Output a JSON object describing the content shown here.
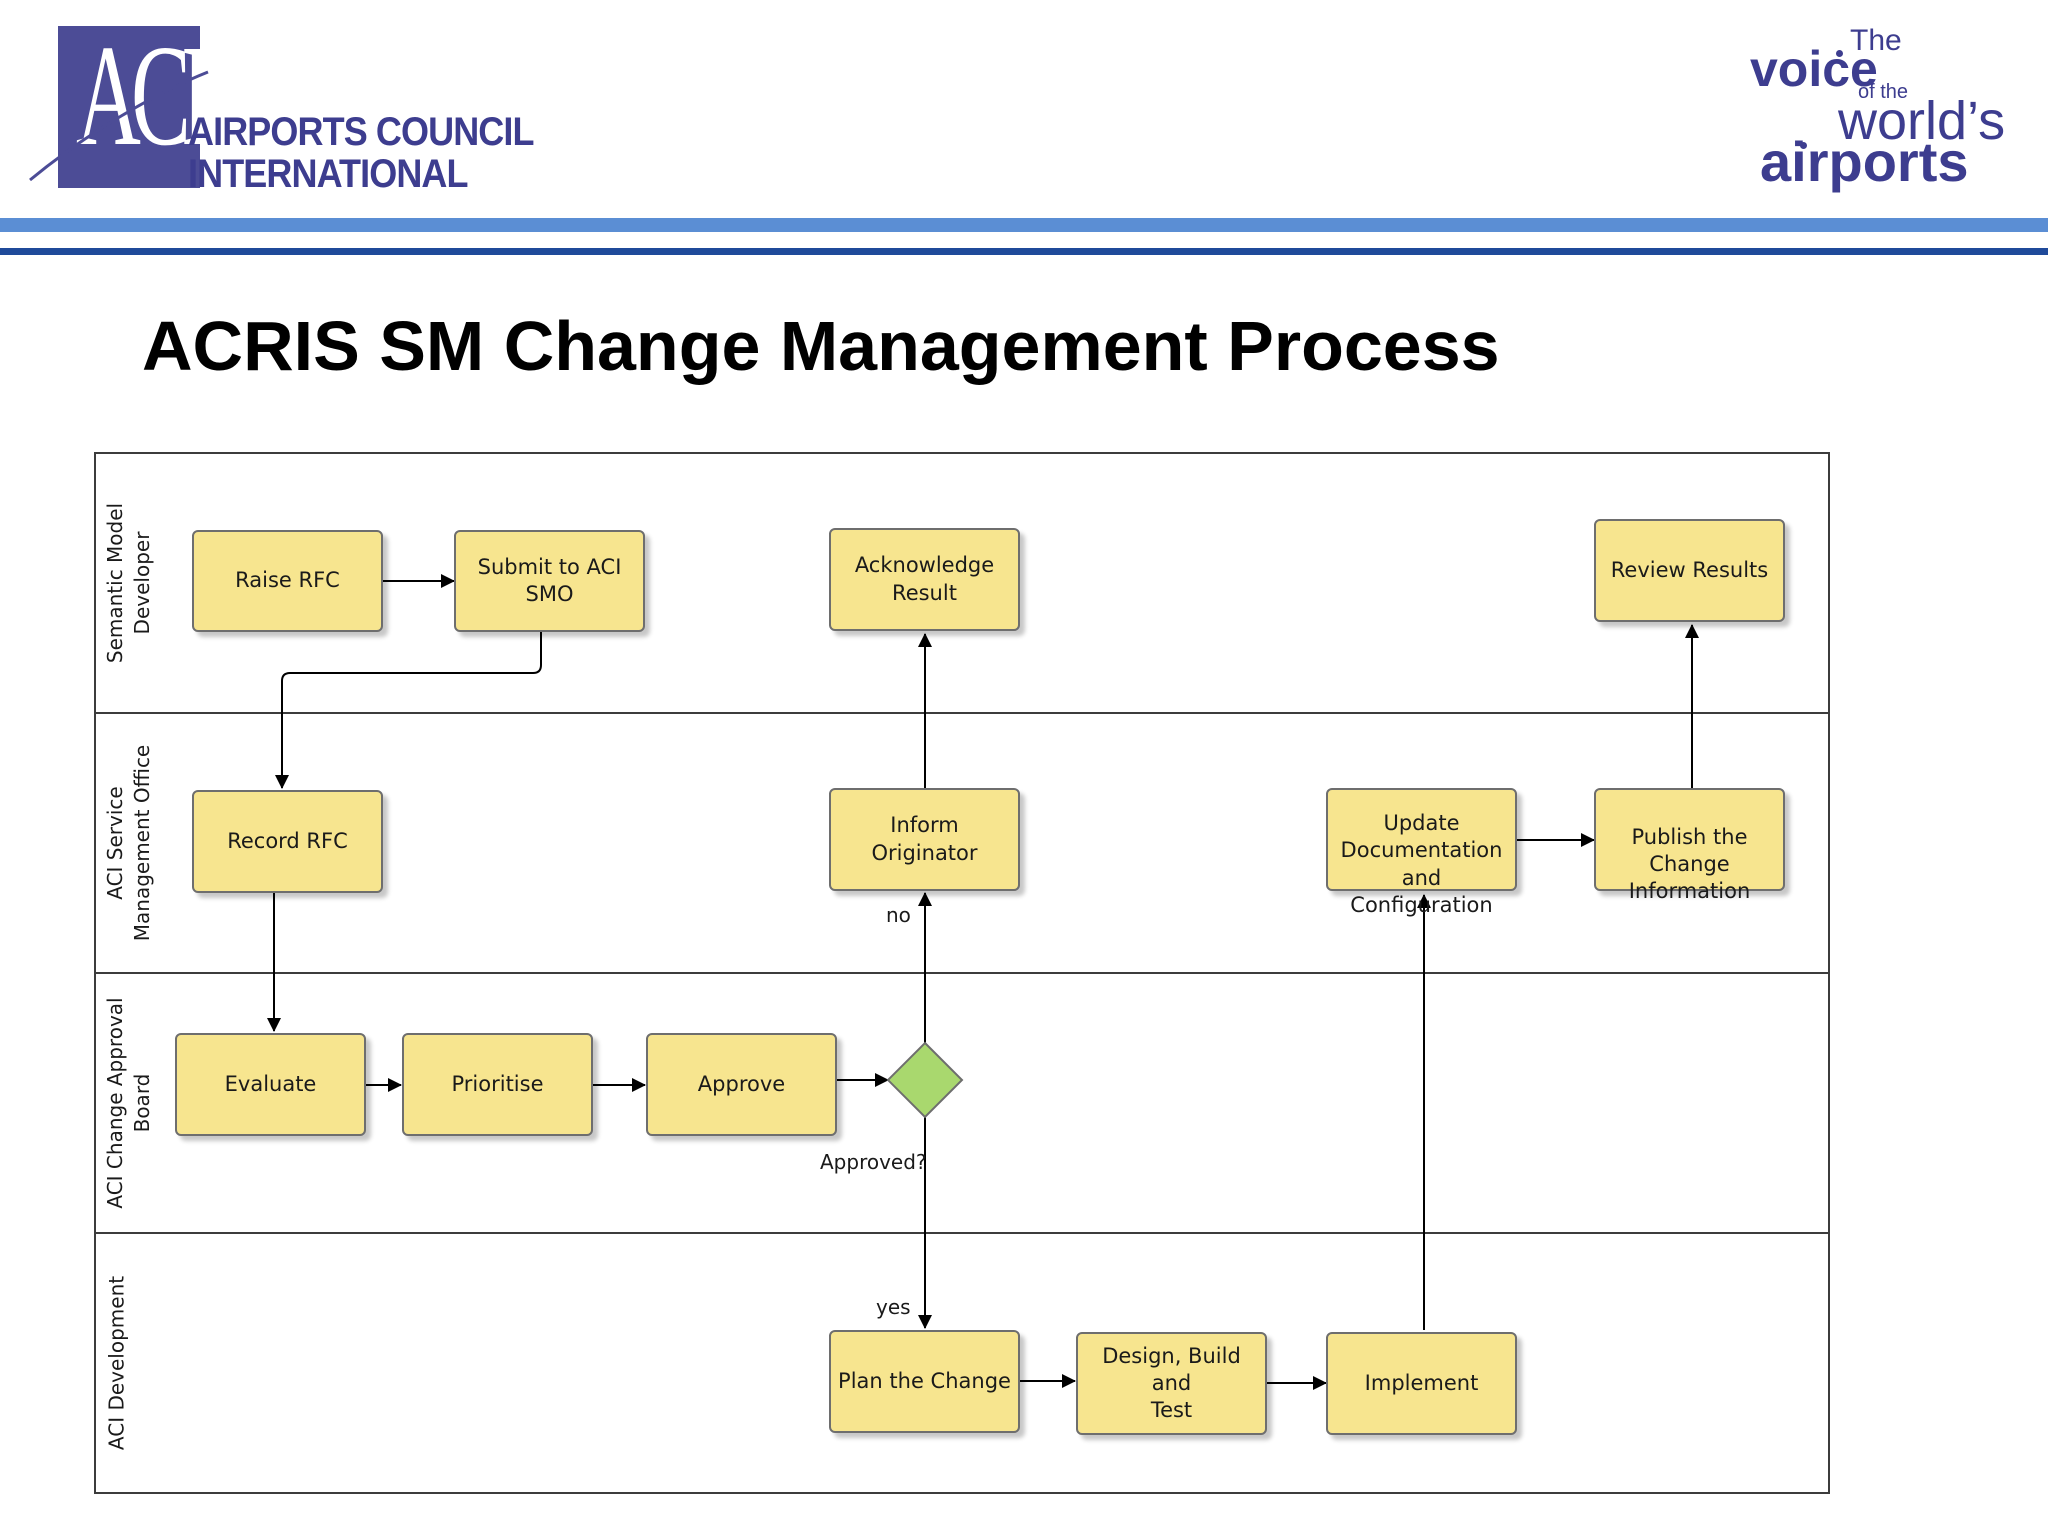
{
  "header": {
    "aci_logo_letters": "ACI",
    "org_line1": "AIRPORTS COUNCIL",
    "org_line2": "INTERNATIONAL",
    "tagline": {
      "the": "The",
      "voice": "voice",
      "of_the": "of the",
      "worlds": "world’s",
      "airports": "airports"
    },
    "brand_color": "#3d3d8f",
    "band_colors": [
      "#5b8ed4",
      "#1f4a9a"
    ]
  },
  "slide": {
    "title": "ACRIS SM Change Management Process"
  },
  "diagram": {
    "lanes": [
      {
        "label": "Semantic Model\nDeveloper"
      },
      {
        "label": "ACI Service\nManagement Office"
      },
      {
        "label": "ACI Change Approval\nBoard"
      },
      {
        "label": "ACI Development"
      }
    ],
    "nodes": {
      "raise_rfc": "Raise RFC",
      "submit_smo": "Submit to ACI\nSMO",
      "acknowledge": "Acknowledge\nResult",
      "review_results": "Review Results",
      "record_rfc": "Record RFC",
      "inform_originator": "Inform Originator",
      "update_docs": "Update\nDocumentation\nand Configuration",
      "publish_change": "Publish the\nChange\nInformation",
      "evaluate": "Evaluate",
      "prioritise": "Prioritise",
      "approve": "Approve",
      "plan_change": "Plan the Change",
      "design_build": "Design, Build and\nTest",
      "implement": "Implement"
    },
    "gateway": {
      "label": "Approved?",
      "no_label": "no",
      "yes_label": "yes"
    },
    "colors": {
      "task_fill": "#f7e58f",
      "gateway_fill": "#a9d86e",
      "border": "#6e6e6e"
    }
  }
}
